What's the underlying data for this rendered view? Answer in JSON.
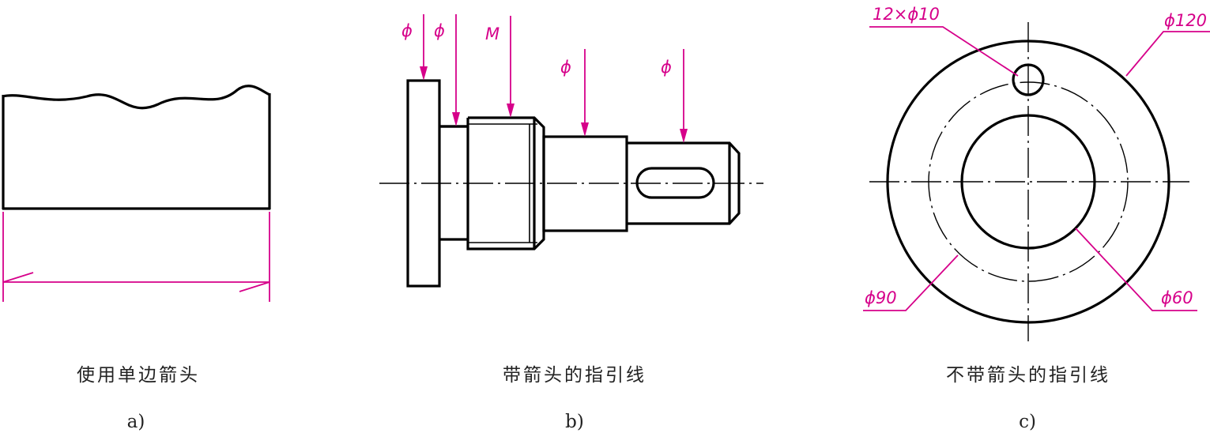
{
  "panels": {
    "a": {
      "caption": "使用单边箭头",
      "label": "a)"
    },
    "b": {
      "caption": "带箭头的指引线",
      "label": "b)",
      "leader_texts": [
        "ϕ",
        "ϕ",
        "M",
        "ϕ",
        "ϕ"
      ]
    },
    "c": {
      "caption": "不带箭头的指引线",
      "label": "c)",
      "dimensions": {
        "hole": "12×ϕ10",
        "outer": "ϕ120",
        "pitch": "ϕ90",
        "bore": "ϕ60"
      }
    }
  },
  "colors": {
    "object": "#000000",
    "dimension": "#d6008a",
    "text": "#222222"
  }
}
